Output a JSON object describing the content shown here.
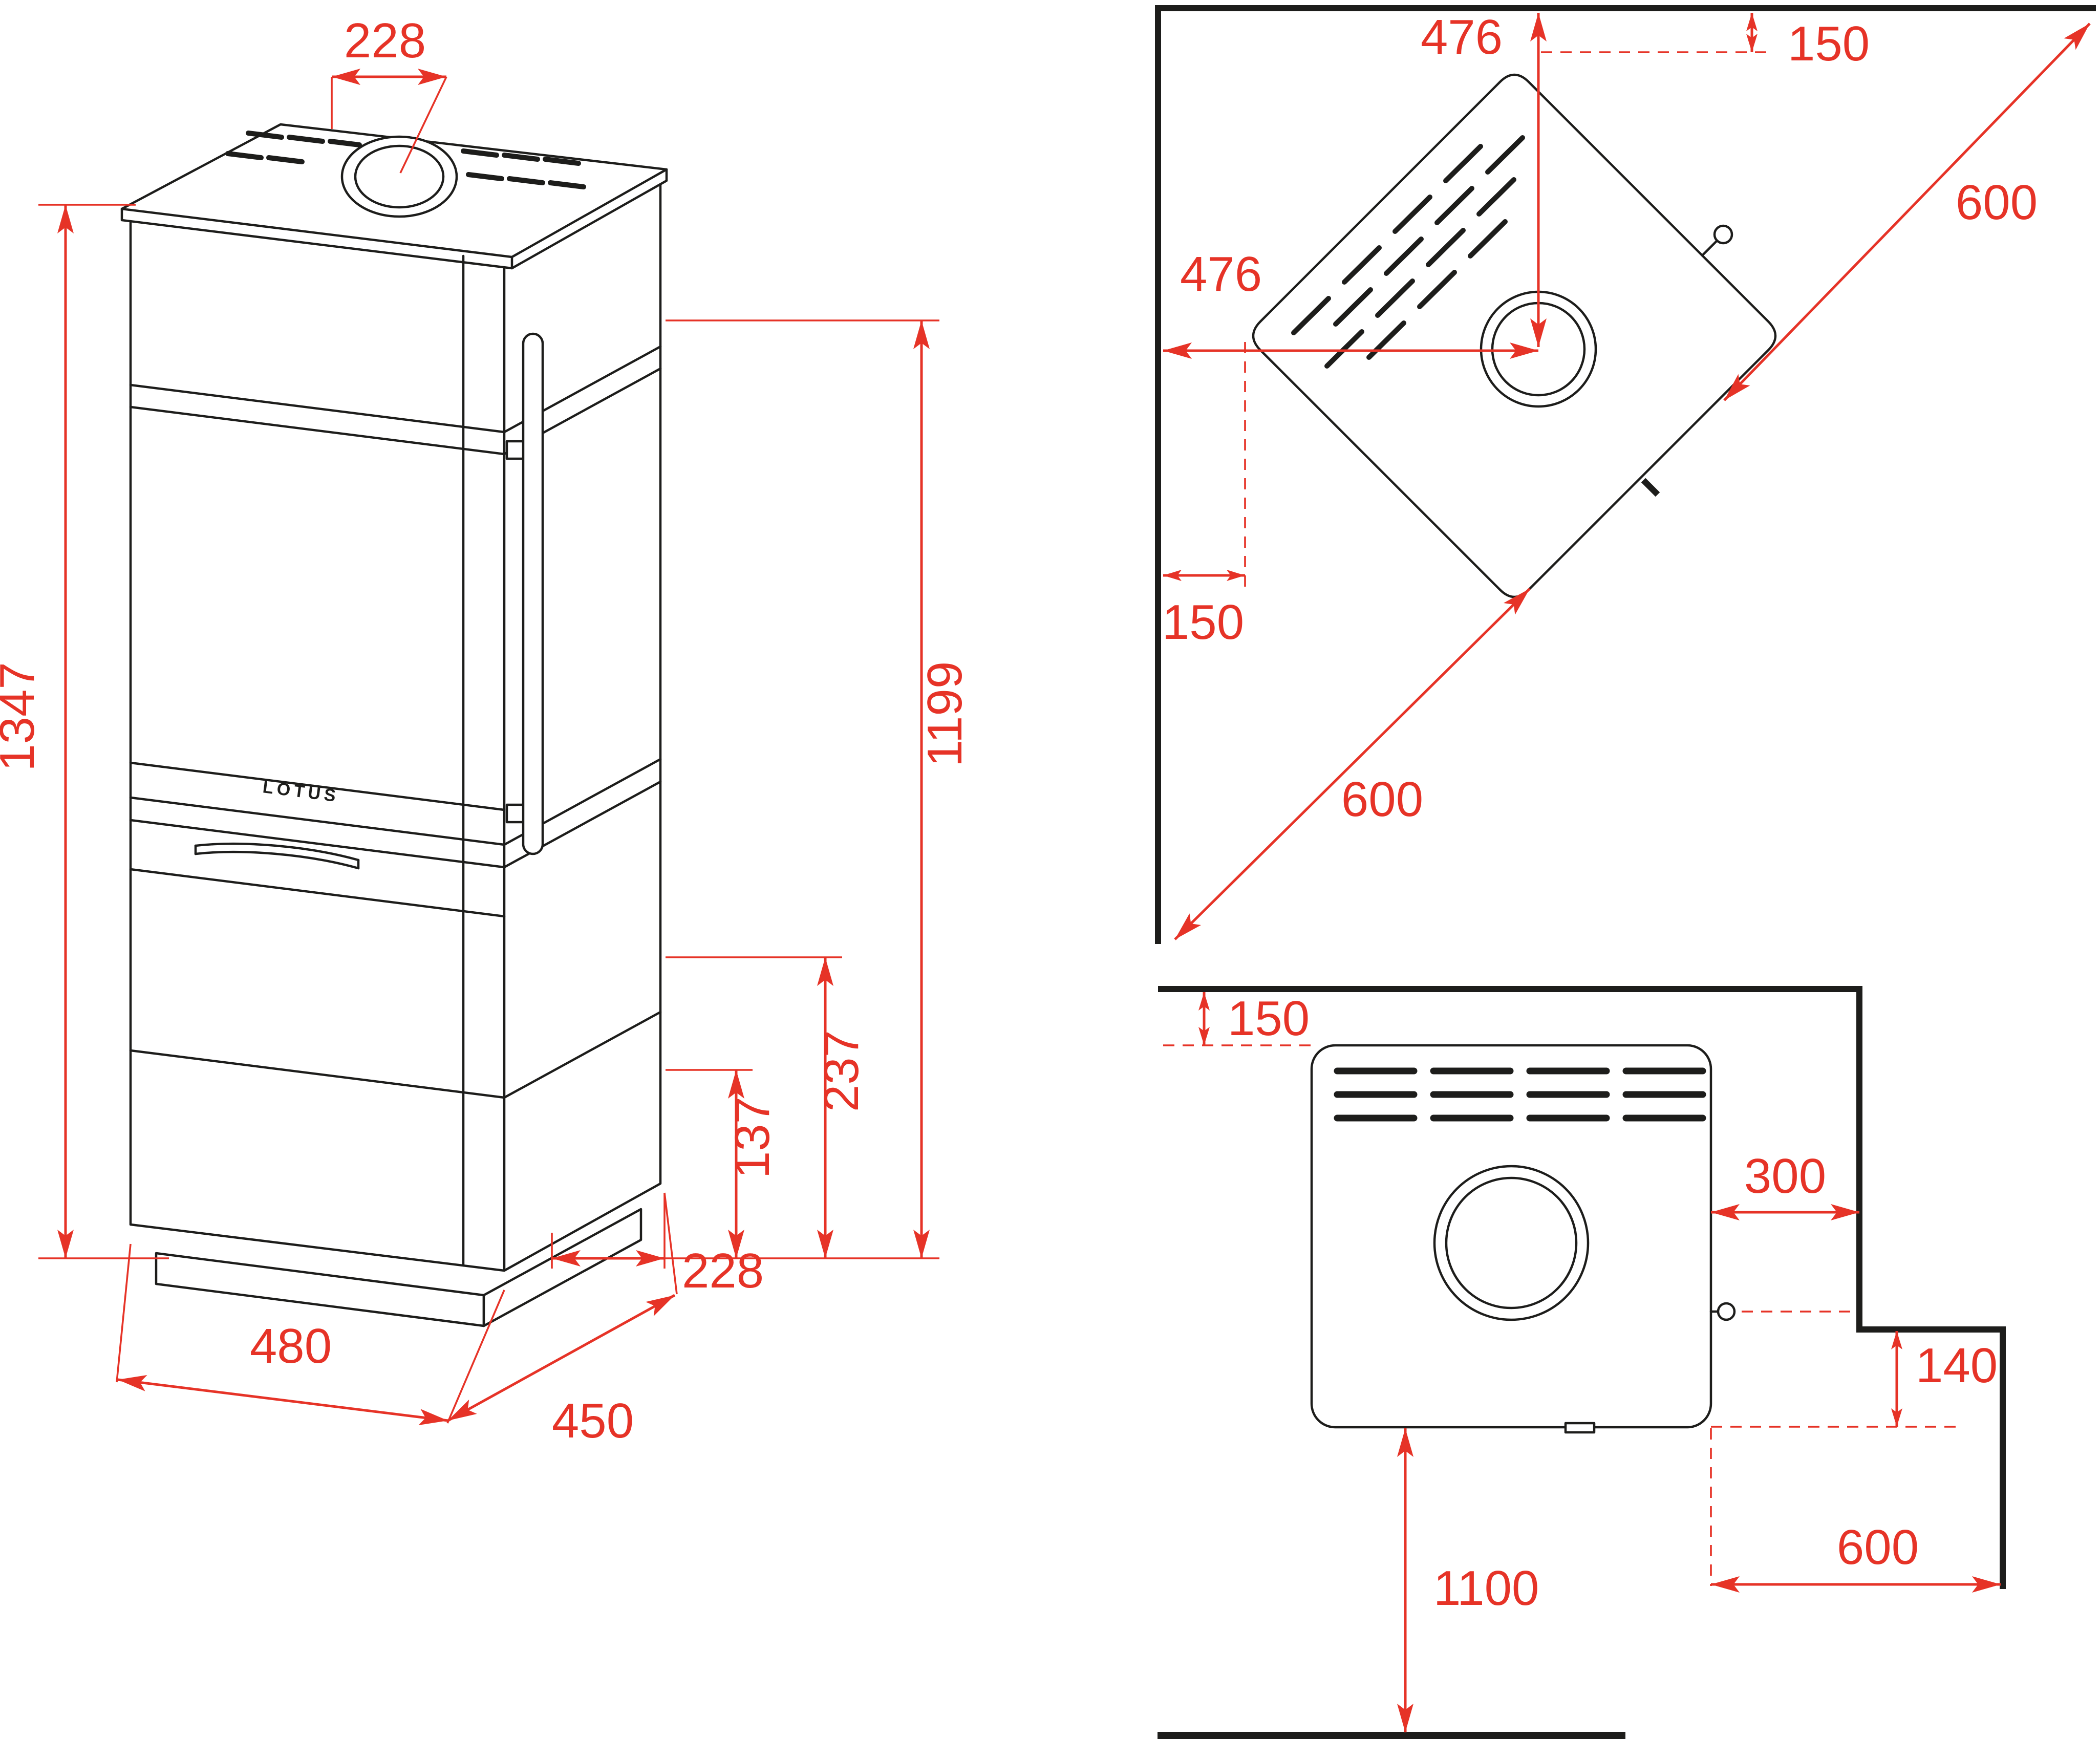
{
  "drawing": {
    "brand_label": "LOTUS",
    "colors": {
      "dimension_red": "#e63327",
      "outline_black": "#1d1d1b",
      "background": "#ffffff"
    },
    "views": {
      "isometric": {
        "dimensions": {
          "top_flue_offset": "228",
          "overall_height": "1347",
          "flue_outlet_height": "1199",
          "rear_outlet_height": "237",
          "lower_outlet_height": "137",
          "rear_bottom_offset": "228",
          "front_width": "480",
          "side_depth": "450"
        }
      },
      "corner_placement": {
        "dimensions": {
          "flue_from_back_wall": "476",
          "corner_clearance_right": "150",
          "hearth_extent_right": "600",
          "flue_from_side_wall": "476",
          "corner_clearance_left": "150",
          "hearth_extent_left": "600"
        }
      },
      "wall_placement": {
        "dimensions": {
          "rear_clearance": "150",
          "side_clearance": "300",
          "outlet_step_clearance": "140",
          "side_extent": "600",
          "front_hearth_depth": "1100"
        }
      }
    }
  }
}
